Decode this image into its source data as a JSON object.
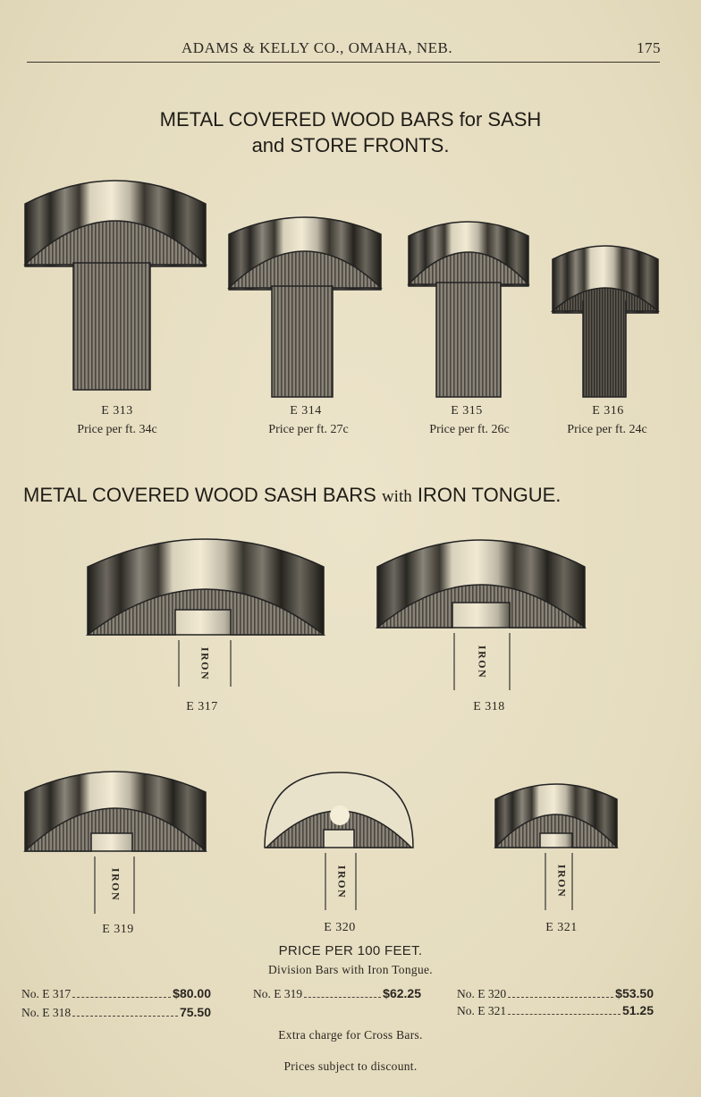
{
  "header": {
    "company": "ADAMS & KELLY CO., OMAHA, NEB.",
    "page_number": "175"
  },
  "section1": {
    "title_line1": "METAL COVERED WOOD BARS for SASH",
    "title_line2": "and STORE FRONTS.",
    "items": [
      {
        "code": "E 313",
        "price": "Price per ft. 34c"
      },
      {
        "code": "E 314",
        "price": "Price per ft. 27c"
      },
      {
        "code": "E 315",
        "price": "Price per ft. 26c"
      },
      {
        "code": "E 316",
        "price": "Price per ft. 24c"
      }
    ]
  },
  "section2": {
    "title_a": "METAL COVERED WOOD SASH BARS ",
    "title_b": "with",
    "title_c": " IRON TONGUE.",
    "tongue_label": "IRON",
    "items": [
      {
        "code": "E 317"
      },
      {
        "code": "E 318"
      },
      {
        "code": "E 319"
      },
      {
        "code": "E 320"
      },
      {
        "code": "E 321"
      }
    ]
  },
  "pricing": {
    "heading": "PRICE PER 100 FEET.",
    "subheading": "Division Bars with Iron Tongue.",
    "rows": [
      {
        "label": "No. E 317",
        "price": "$80.00"
      },
      {
        "label": "No. E 318",
        "price": "75.50"
      },
      {
        "label": "No. E 319",
        "price": "$62.25"
      },
      {
        "label": "No. E 320",
        "price": "$53.50"
      },
      {
        "label": "No. E 321",
        "price": "51.25"
      }
    ],
    "note1": "Extra charge for Cross Bars.",
    "note2": "Prices subject to discount."
  }
}
